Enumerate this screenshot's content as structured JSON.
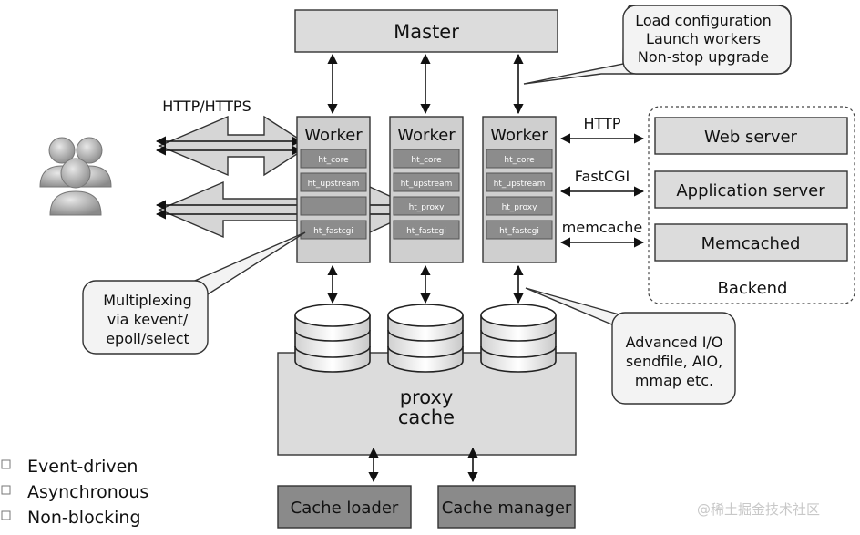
{
  "master": {
    "label": "Master"
  },
  "master_callout": {
    "lines": [
      "Load configuration",
      "Launch workers",
      "Non-stop upgrade"
    ]
  },
  "client_protocol": "HTTP/HTTPS",
  "workers": [
    {
      "title": "Worker",
      "modules": [
        "ht_core",
        "ht_upstream",
        "",
        "ht_fastcgi"
      ]
    },
    {
      "title": "Worker",
      "modules": [
        "ht_core",
        "ht_upstream",
        "ht_proxy",
        "ht_fastcgi"
      ]
    },
    {
      "title": "Worker",
      "modules": [
        "ht_core",
        "ht_upstream",
        "ht_proxy",
        "ht_fastcgi"
      ]
    }
  ],
  "protocols": [
    "HTTP",
    "FastCGI",
    "memcache"
  ],
  "backend": {
    "servers": [
      "Web server",
      "Application server",
      "Memcached"
    ],
    "label": "Backend"
  },
  "multiplexing_callout": {
    "lines": [
      "Multiplexing",
      "via kevent/",
      "epoll/select"
    ]
  },
  "io_callout": {
    "lines": [
      "Advanced I/O",
      "sendfile, AIO,",
      "mmap etc."
    ]
  },
  "proxy_cache": {
    "lines": [
      "proxy",
      "cache"
    ]
  },
  "cache_processes": [
    "Cache loader",
    "Cache manager"
  ],
  "features": [
    "Event-driven",
    "Asynchronous",
    "Non-blocking"
  ],
  "watermark": "@稀土掘金技术社区",
  "colors": {
    "box_fill": "#dcdcdc",
    "module_fill": "#8c8c8c",
    "cache_process_fill": "#8a8a8a"
  }
}
